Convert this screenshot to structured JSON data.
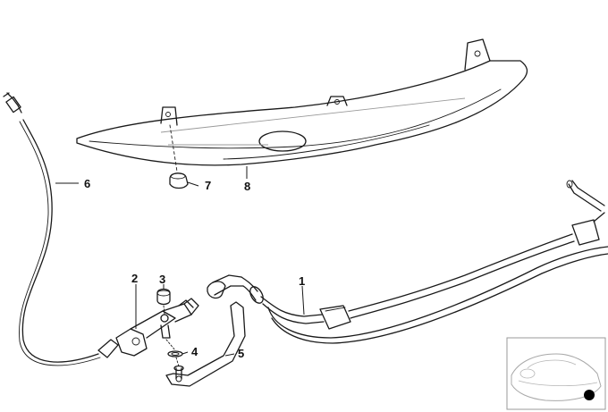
{
  "diagram": {
    "callouts": [
      {
        "id": "1",
        "label": "1",
        "part": "hose-assembly"
      },
      {
        "id": "2",
        "label": "2",
        "part": "control-valve"
      },
      {
        "id": "3",
        "label": "3",
        "part": "rubber-cap"
      },
      {
        "id": "4",
        "label": "4",
        "part": "o-ring"
      },
      {
        "id": "5",
        "label": "5",
        "part": "bracket"
      },
      {
        "id": "6",
        "label": "6",
        "part": "vacuum-line"
      },
      {
        "id": "7",
        "label": "7",
        "part": "grommet-nut"
      },
      {
        "id": "8",
        "label": "8",
        "part": "cover-panel"
      }
    ],
    "inset": {
      "icon": "car-silhouette-icon",
      "marker": "location-dot-icon"
    }
  }
}
